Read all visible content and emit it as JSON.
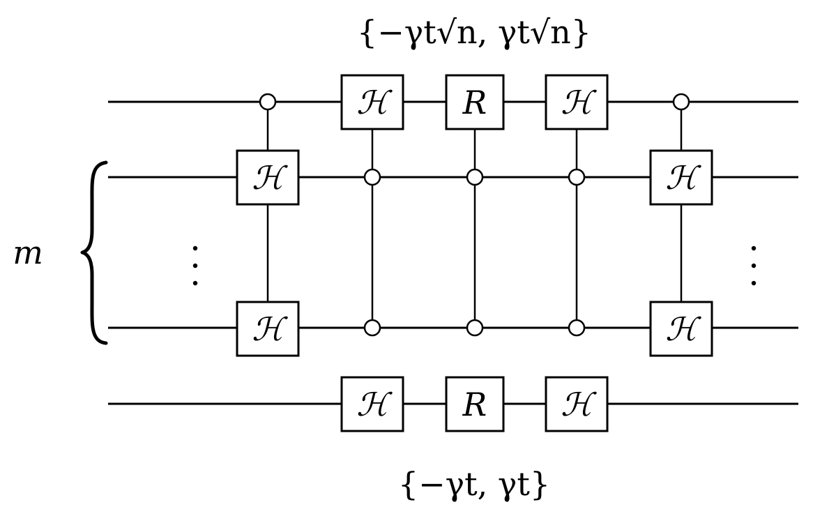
{
  "diagram": {
    "top_set_label": "{−γt√n, γt√n}",
    "bottom_set_label": "{−γt, γt}",
    "register_label": "m",
    "gate_h_label": "ℋ",
    "gate_r_label": "R"
  },
  "colors": {
    "ink": "#000000",
    "background": "#ffffff"
  }
}
